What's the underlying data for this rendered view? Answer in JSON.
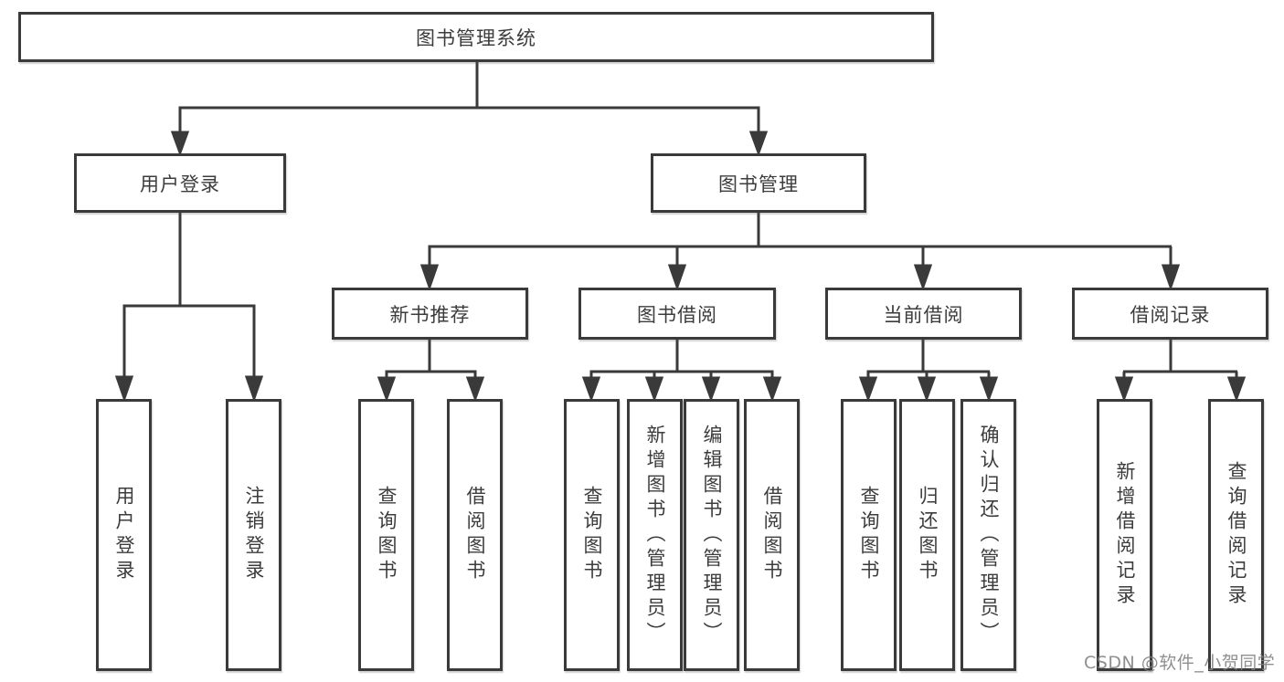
{
  "diagram": {
    "root": {
      "label": "图书管理系统"
    },
    "level2": [
      {
        "label": "用户登录"
      },
      {
        "label": "图书管理"
      }
    ],
    "level3": [
      {
        "label": "新书推荐",
        "parent": "图书管理"
      },
      {
        "label": "图书借阅",
        "parent": "图书管理"
      },
      {
        "label": "当前借阅",
        "parent": "图书管理"
      },
      {
        "label": "借阅记录",
        "parent": "图书管理"
      }
    ],
    "leaves": [
      {
        "label": "用户登录",
        "parent": "用户登录"
      },
      {
        "label": "注销登录",
        "parent": "用户登录"
      },
      {
        "label": "查询图书",
        "parent": "新书推荐"
      },
      {
        "label": "借阅图书",
        "parent": "新书推荐"
      },
      {
        "label": "查询图书",
        "parent": "图书借阅"
      },
      {
        "label": "新增图书（管理员）",
        "parent": "图书借阅"
      },
      {
        "label": "编辑图书（管理员）",
        "parent": "图书借阅"
      },
      {
        "label": "借阅图书",
        "parent": "图书借阅"
      },
      {
        "label": "查询图书",
        "parent": "当前借阅"
      },
      {
        "label": "归还图书",
        "parent": "当前借阅"
      },
      {
        "label": "确认归还（管理员）",
        "parent": "当前借阅"
      },
      {
        "label": "新增借阅记录",
        "parent": "借阅记录"
      },
      {
        "label": "查询借阅记录",
        "parent": "借阅记录"
      }
    ]
  },
  "watermark": {
    "text": "CSDN @软件_小贺同学"
  },
  "colors": {
    "line": "#3a3a3a",
    "text": "#3c3c3c",
    "background": "#ffffff",
    "watermark": "#808080"
  }
}
